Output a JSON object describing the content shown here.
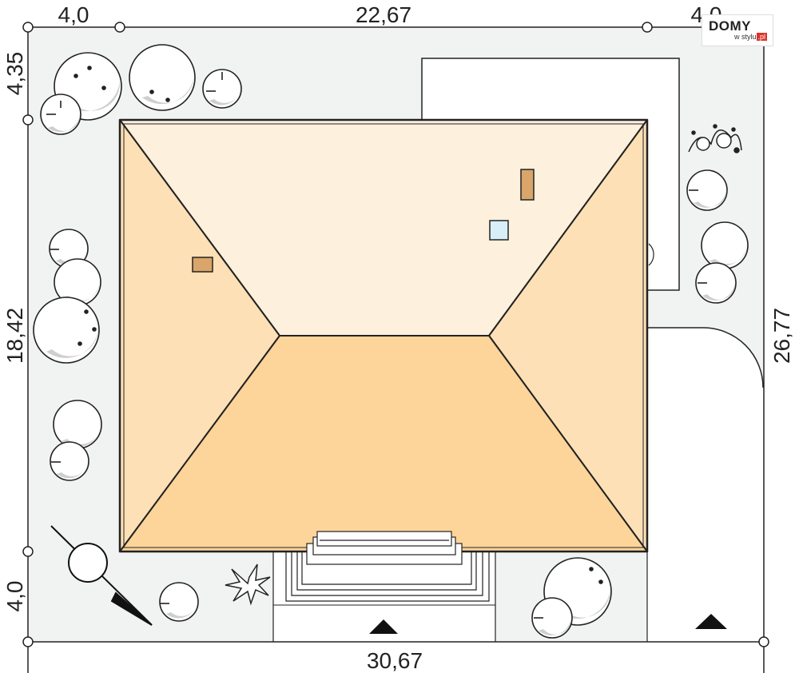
{
  "dimensions": {
    "top_left": "4,0",
    "top_center": "22,67",
    "top_right": "4,0",
    "left_top": "4,35",
    "left_middle": "18,42",
    "left_bottom": "4,0",
    "right_side": "26,77",
    "bottom": "30,67"
  },
  "logo": {
    "main": "DOMY",
    "sub": "w stylu",
    "suffix": ".pl"
  },
  "colors": {
    "plot_fill": "#f1f2f2",
    "roof_top": "#fdf0dc",
    "roof_sides": "#fde0b6",
    "roof_front": "#fdd499",
    "chimney": "#d9a56a",
    "skylight": "#d8eef9",
    "outline": "#222222"
  },
  "icons": [
    "tree-icon",
    "shrub-icon",
    "palm-icon",
    "north-arrow-icon",
    "entrance-arrow-icon"
  ]
}
